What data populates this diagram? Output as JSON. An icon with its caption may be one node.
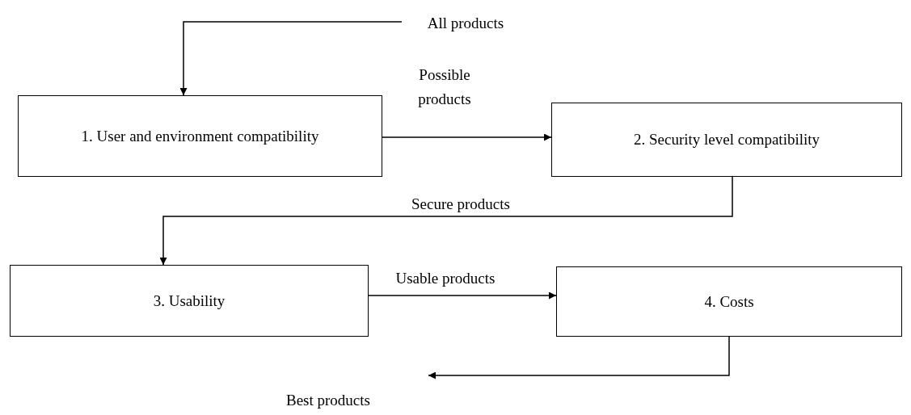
{
  "diagram": {
    "nodes": [
      {
        "text": [
          "All products"
        ]
      },
      {
        "text": [
          "1.  User and environment compatibility"
        ]
      },
      {
        "text": [
          "2.  Security level compatibility"
        ]
      },
      {
        "text": [
          "3.  Usability"
        ]
      },
      {
        "text": [
          "4.  Costs"
        ]
      },
      {
        "text": [
          "Best products"
        ]
      }
    ],
    "edges": [
      {
        "from": 0,
        "to": 1,
        "arrow": "to"
      },
      {
        "from": 1,
        "to": 2,
        "arrow": "to",
        "label": "Possible products"
      },
      {
        "from": 2,
        "to": 3,
        "arrow": "to",
        "label": "Secure products"
      },
      {
        "from": 3,
        "to": 4,
        "arrow": "to",
        "label": "Usable products"
      },
      {
        "from": 4,
        "to": 5,
        "arrow": "to"
      }
    ]
  }
}
